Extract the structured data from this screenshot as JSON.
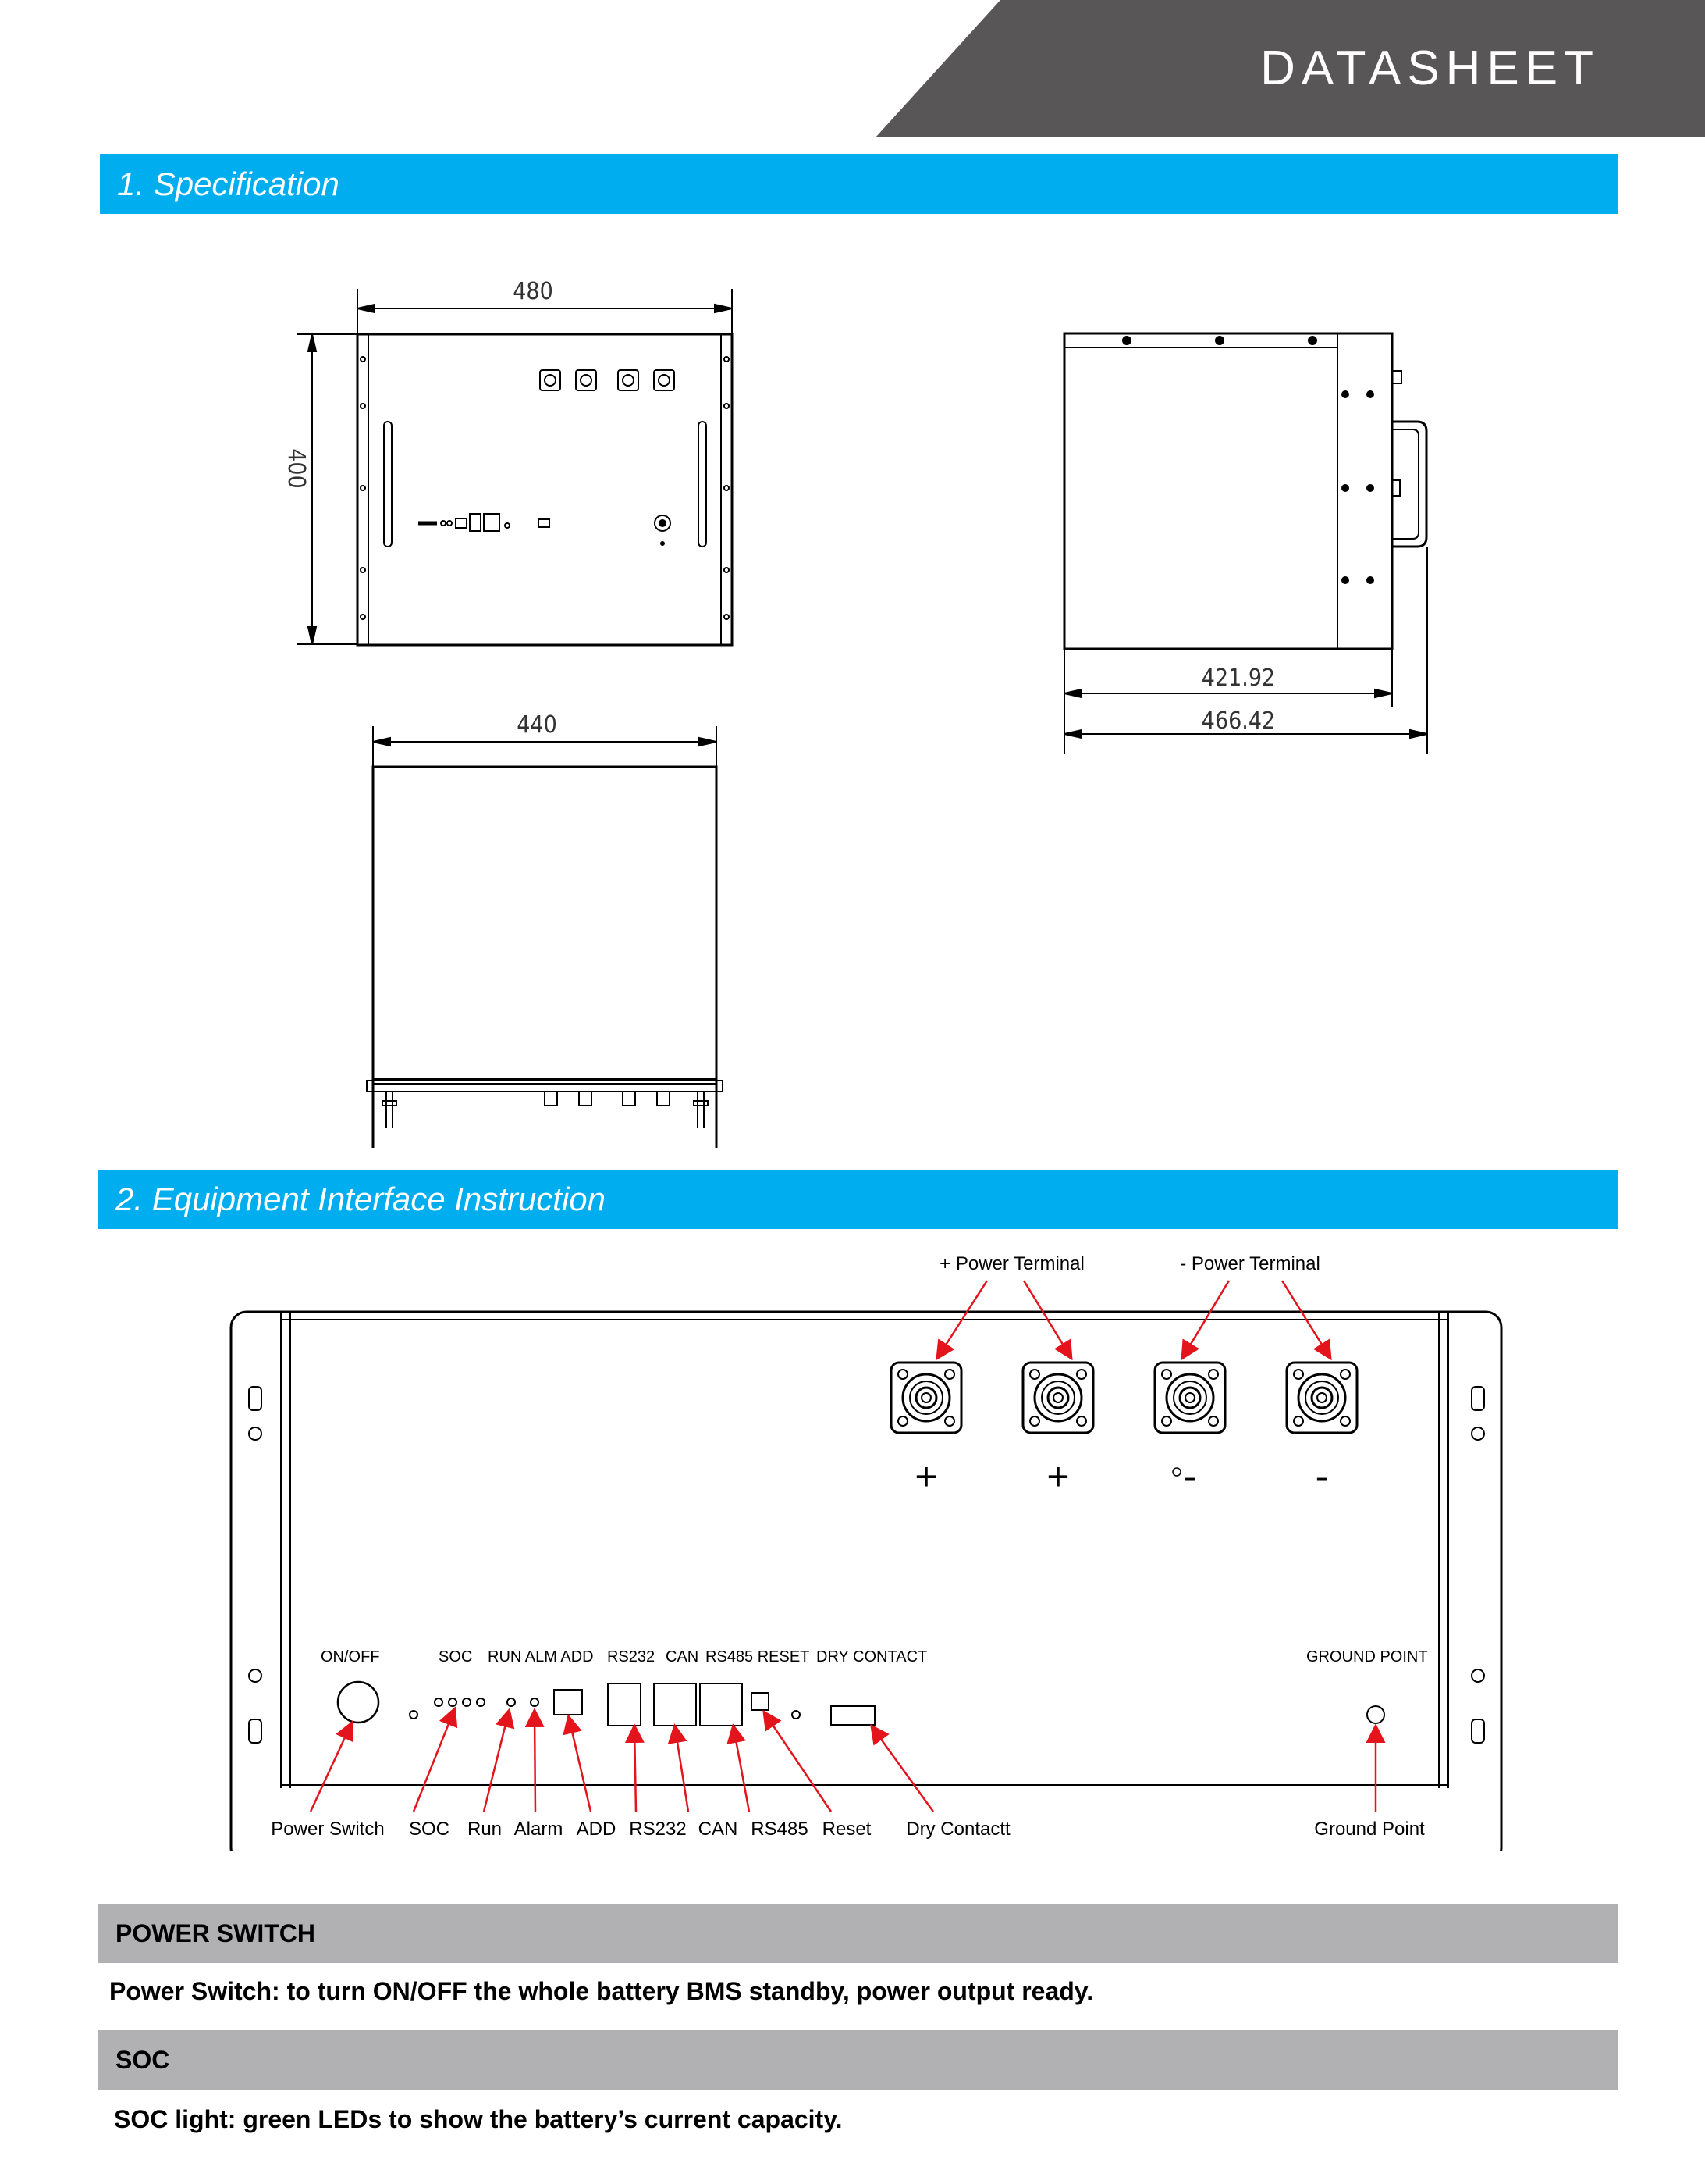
{
  "header": {
    "title": "DATASHEET"
  },
  "sections": {
    "spec": {
      "title": "1. Specification"
    },
    "interface": {
      "title": "2. Equipment Interface Instruction"
    }
  },
  "drawings": {
    "front": {
      "width": "480",
      "height": "400"
    },
    "side": {
      "inner": "421.92",
      "outer": "466.42"
    },
    "top": {
      "width": "440"
    }
  },
  "panel": {
    "top_labels": {
      "pos_terminal": "+ Power Terminal",
      "neg_terminal": "- Power Terminal"
    },
    "terminal_signs": [
      "+",
      "+",
      "-",
      "-"
    ],
    "port_labels": {
      "onoff": "ON/OFF",
      "soc": "SOC",
      "run_alm_add": "RUN ALM ADD",
      "rs232": "RS232",
      "can": "CAN",
      "rs485_reset": "RS485 RESET",
      "dry": "DRY CONTACT",
      "ground": "GROUND POINT"
    },
    "callouts": {
      "power_switch": "Power Switch",
      "soc": "SOC",
      "run": "Run",
      "alarm": "Alarm",
      "add": "ADD",
      "rs232": "RS232",
      "can": "CAN",
      "rs485": "RS485",
      "reset": "Reset",
      "dry": "Dry Contactt",
      "ground": "Ground Point"
    }
  },
  "info": [
    {
      "heading": "POWER SWITCH",
      "text": "Power Switch: to turn ON/OFF the whole battery BMS standby, power output ready."
    },
    {
      "heading": "SOC",
      "text": "SOC light: green LEDs to show the battery’s current capacity."
    }
  ]
}
